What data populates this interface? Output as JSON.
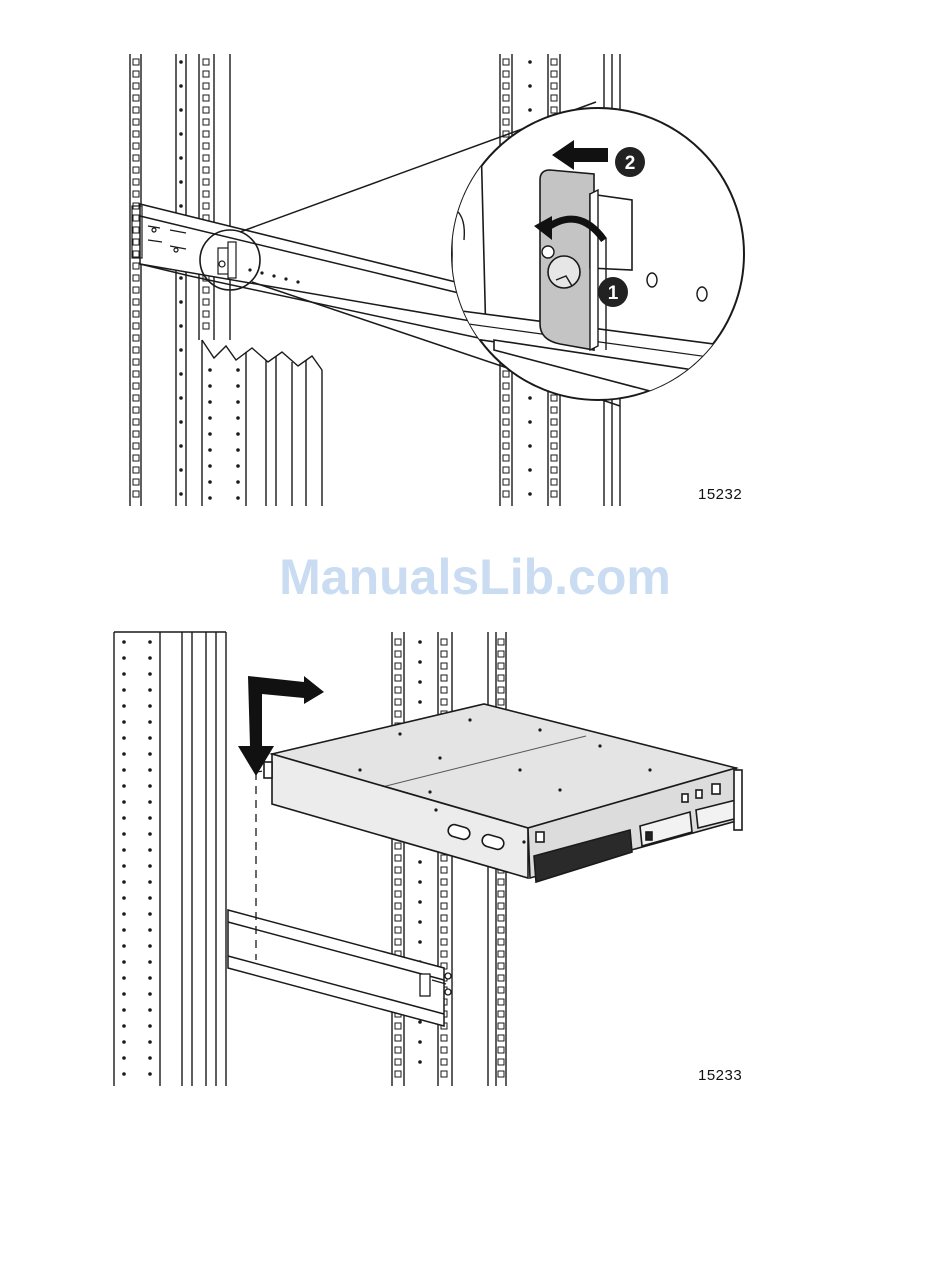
{
  "watermark": {
    "text": "ManualsLib.com"
  },
  "figures": [
    {
      "number": "15232",
      "callouts": [
        "1",
        "2"
      ]
    },
    {
      "number": "15233"
    }
  ],
  "colors": {
    "watermark": "#c9dcf2",
    "line": "#1a1a1a",
    "callout_bg": "#222222"
  }
}
